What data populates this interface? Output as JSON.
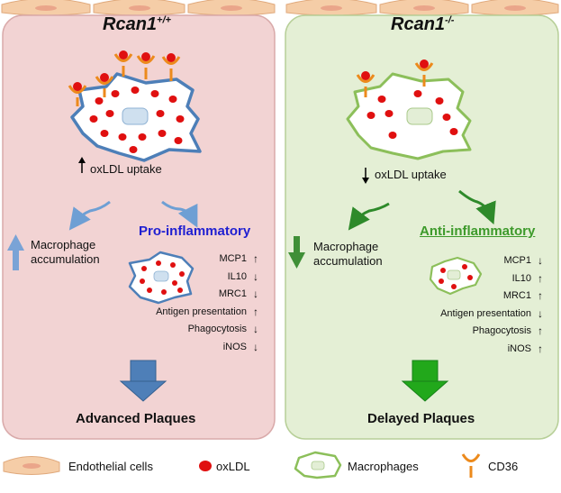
{
  "left_panel": {
    "title_base": "Rcan1",
    "title_sup": "+/+",
    "uptake_arrow": "↑",
    "uptake_label": "oxLDL uptake",
    "accumulation_label_line1": "Macrophage",
    "accumulation_label_line2": "accumulation",
    "phenotype": "Pro-inflammatory",
    "markers": [
      "MCP1",
      "IL10",
      "MRC1",
      "Antigen presentation",
      "Phagocytosis",
      "iNOS"
    ],
    "marker_arrows": [
      "↑",
      "↓",
      "↓",
      "↑",
      "↓",
      "↓"
    ],
    "outcome": "Advanced Plaques"
  },
  "right_panel": {
    "title_base": "Rcan1",
    "title_sup": "-/-",
    "uptake_arrow": "↓",
    "uptake_label": "oxLDL uptake",
    "accumulation_label_line1": "Macrophage",
    "accumulation_label_line2": "accumulation",
    "phenotype": "Anti-inflammatory",
    "markers": [
      "MCP1",
      "IL10",
      "MRC1",
      "Antigen presentation",
      "Phagocytosis",
      "iNOS"
    ],
    "marker_arrows": [
      "↓",
      "↑",
      "↑",
      "↓",
      "↑",
      "↑"
    ],
    "outcome": "Delayed Plaques"
  },
  "legend": {
    "endothelial": "Endothelial cells",
    "oxldl": "oxLDL",
    "macrophages": "Macrophages",
    "cd36": "CD36"
  },
  "colors": {
    "left_bg": "#f2d3d3",
    "left_border": "#d9aaaa",
    "right_bg": "#e4efd5",
    "right_border": "#b7cf98",
    "endothelial": "#f5cda7",
    "oxldl": "#e01010",
    "left_macrophage_border": "#4d7fb8",
    "right_macrophage_border": "#8cbf5a",
    "cd36": "#ec8a1c",
    "pro_inflammatory": "#1f1fd1",
    "anti_inflammatory": "#3d9a2b",
    "blue_arrow": "#4d7fb8",
    "green_arrow": "#2ea12a"
  }
}
